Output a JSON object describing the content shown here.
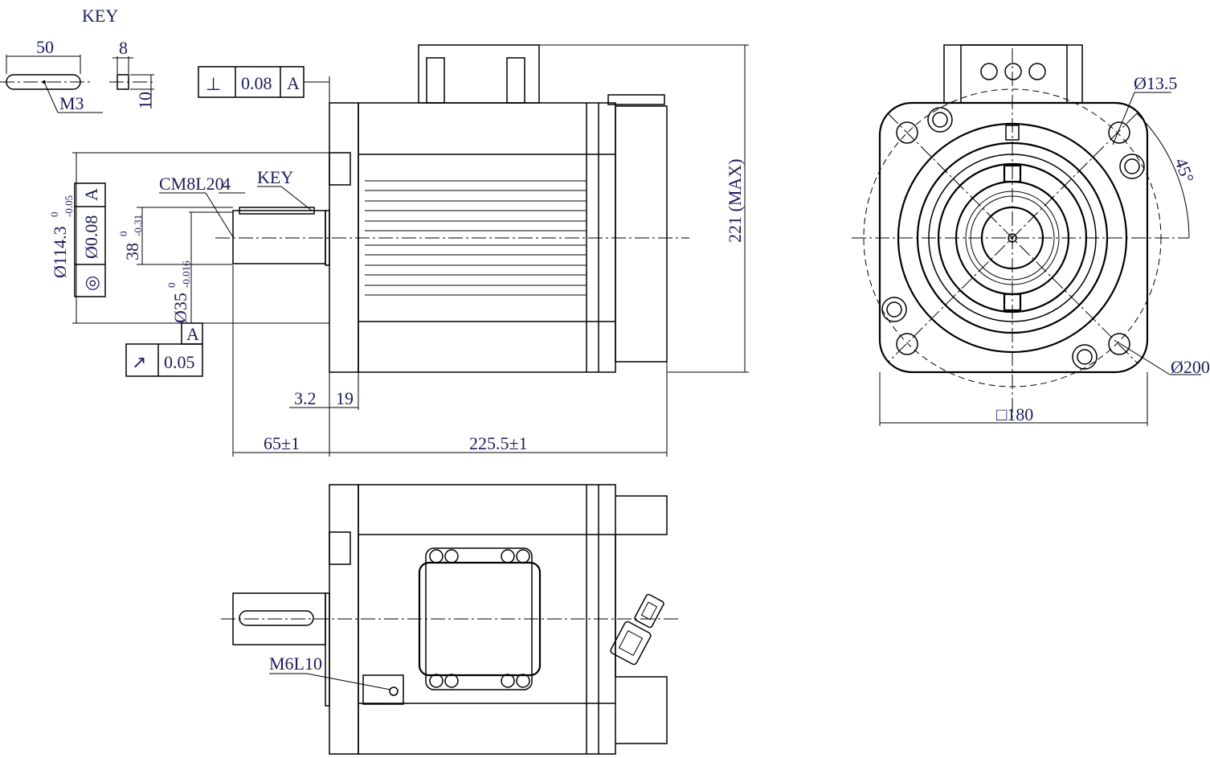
{
  "drawing": {
    "key_detail": {
      "title": "KEY",
      "length": "50",
      "width": "8",
      "height": "10",
      "thread": "M3"
    },
    "perpendicularity": {
      "symbol": "⊥",
      "tolerance": "0.08",
      "datum": "A"
    },
    "side_view": {
      "thread_label": "CM8L20",
      "key_offset": "4",
      "key_label": "KEY",
      "spigot_dia": "Ø114.3",
      "spigot_upper": "0",
      "spigot_lower": "-0.05",
      "coaxiality_tolerance": "Ø0.08",
      "coaxiality_datum": "A",
      "coaxiality_symbol": "◎",
      "key_height": "38",
      "key_height_upper": "0",
      "key_height_lower": "-0.31",
      "shaft_dia": "Ø35",
      "shaft_upper": "0",
      "shaft_lower": "-0.016",
      "runout_datum": "A",
      "runout_symbol": "↗",
      "runout_tolerance": "0.05",
      "flange_thickness": "3.2",
      "flange_depth": "19",
      "shaft_length": "65±1",
      "body_length": "225.5±1",
      "overall_height": "221 (MAX)"
    },
    "front_view": {
      "hole_dia": "Ø13.5",
      "angle": "45°",
      "pcd": "Ø200",
      "square": "□180"
    },
    "bottom_view": {
      "thread_label": "M6L10"
    }
  },
  "colors": {
    "text": "#1c1c5a",
    "line": "#000000"
  }
}
